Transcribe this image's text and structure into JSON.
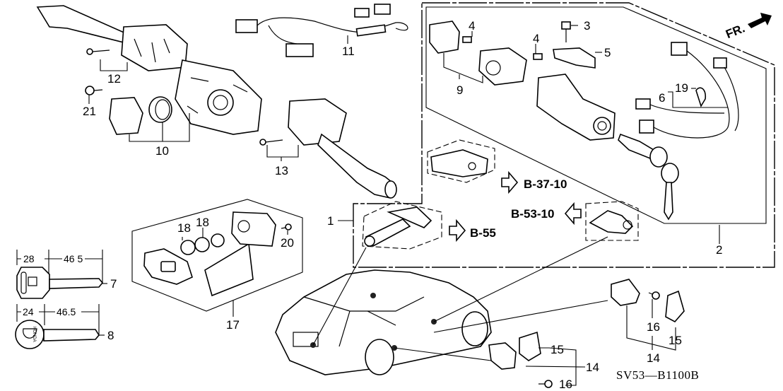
{
  "diagram": {
    "code": "SV53—B1100B",
    "direction_label": "FR.",
    "callouts": {
      "c1": "1",
      "c2": "2",
      "c3": "3",
      "c4a": "4",
      "c4b": "4",
      "c5": "5",
      "c6": "6",
      "c7": "7",
      "c8": "8",
      "c9": "9",
      "c10": "10",
      "c11": "11",
      "c12": "12",
      "c13": "13",
      "c14a": "14",
      "c14b": "14",
      "c15a": "15",
      "c15b": "15",
      "c16a": "16",
      "c16b": "16",
      "c17": "17",
      "c18a": "18",
      "c18b": "18",
      "c19": "19",
      "c20": "20",
      "c21": "21"
    },
    "references": {
      "r1": "B-37-10",
      "r2": "B-53-10",
      "r3": "B-55"
    },
    "key_dimensions": {
      "key7_head": "28",
      "key7_blade": "46 5",
      "key8_head": "24",
      "key8_blade": "46.5"
    },
    "key_brand": "HONDA"
  }
}
